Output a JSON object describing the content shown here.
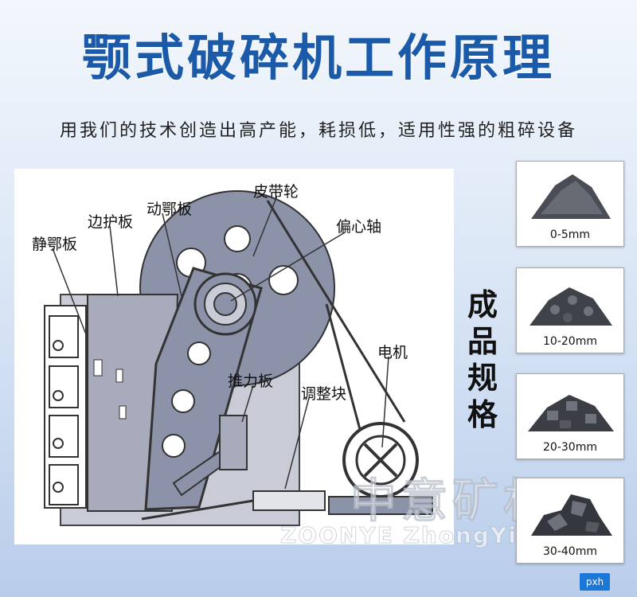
{
  "header": {
    "title": "颚式破碎机工作原理",
    "subtitle": "用我们的技术创造出高产能，耗损低，适用性强的粗碎设备"
  },
  "diagram": {
    "labels": {
      "static_jaw": "静鄂板",
      "side_guard": "边护板",
      "moving_jaw": "动鄂板",
      "belt_wheel": "皮带轮",
      "eccentric_shaft": "偏心轴",
      "motor": "电机",
      "toggle_plate": "推力板",
      "adjust_block": "调整块"
    }
  },
  "watermark": {
    "cn": "中意矿机",
    "en": "ZOONYE ZhongYiKuangJi"
  },
  "specs": {
    "title": "成品规格",
    "items": [
      {
        "size": "0-5mm"
      },
      {
        "size": "10-20mm"
      },
      {
        "size": "20-30mm"
      },
      {
        "size": "30-40mm"
      }
    ]
  },
  "badge": "pxh",
  "colors": {
    "title": "#1a5aa8",
    "machine": "#8c93a8",
    "machine_dark": "#6f7690"
  }
}
